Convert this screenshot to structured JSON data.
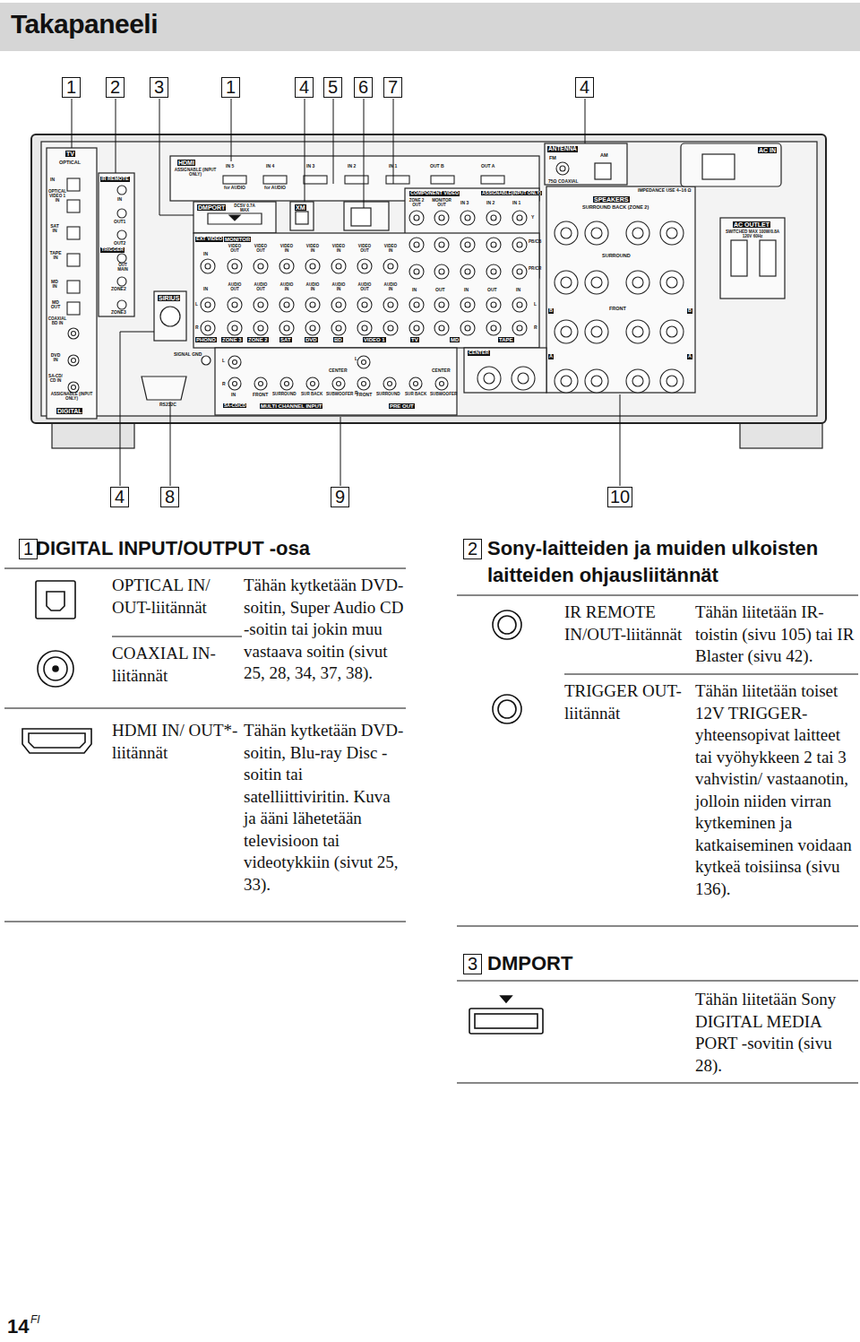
{
  "diagram": {
    "title": "Takapaneeli",
    "labels": [
      "1",
      "2",
      "3",
      "1",
      "4",
      "5",
      "6",
      "7",
      "4",
      "TV",
      "OPTICAL",
      "IN",
      "OPTICAL VIDEO 1 IN",
      "SAT IN",
      "TAPE IN",
      "MD IN",
      "MD OUT",
      "COAXIAL BD IN",
      "DVD IN",
      "SA-CD/ CD IN",
      "ASSIGNABLE (INPUT ONLY)",
      "DIGITAL",
      "IR REMOTE",
      "IN",
      "OUT1",
      "OUT2",
      "TRIGGER",
      "OUT MAIN",
      "ZONE2",
      "ZONE3",
      "HDMI",
      "ASSIGNABLE (INPUT ONLY)",
      "IN 5",
      "IN 4",
      "IN 3",
      "IN 2",
      "IN 1",
      "OUT B",
      "OUT A",
      "for AUDIO",
      "for AUDIO",
      "DMPORT",
      "DCSV 0.7A MAX",
      "XM",
      "COMPONENT VIDEO",
      "ASSIGNABLE(INPUT ONLY)",
      "ZONE 2 OUT",
      "MONITOR OUT",
      "IN 3",
      "IN 2",
      "IN 1",
      "Y",
      "PB/CB",
      "PR/CR",
      "EXT VIDEO",
      "MONITOR",
      "IN",
      "VIDEO OUT",
      "VIDEO OUT",
      "VIDEO IN",
      "VIDEO IN",
      "VIDEO IN",
      "VIDEO OUT",
      "VIDEO IN",
      "IN",
      "AUDIO OUT",
      "AUDIO OUT",
      "AUDIO IN",
      "AUDIO IN",
      "AUDIO IN",
      "AUDIO OUT",
      "AUDIO IN",
      "IN",
      "OUT",
      "IN",
      "OUT",
      "IN",
      "L",
      "R",
      "L",
      "R",
      "PHONO",
      "ZONE 3",
      "ZONE 2",
      "SAT",
      "DVD",
      "BD",
      "VIDEO 1",
      "TV",
      "MD",
      "TAPE",
      "SIRIUS",
      "SIGNAL GND",
      "RS232C",
      "L",
      "R",
      "CENTER",
      "CENTER",
      "L",
      "R",
      "IN",
      "FRONT",
      "SURROUND",
      "SUR BACK",
      "SUBWOOFER",
      "FRONT",
      "SURROUND",
      "SUR BACK",
      "SUBWOOFER",
      "SA-CD/CD",
      "MULTI CHANNEL INPUT",
      "PRE OUT",
      "ANTENNA",
      "FM",
      "AM",
      "75Ω COAXIAL",
      "IMPEDANCE USE 4–16 Ω",
      "SPEAKERS",
      "SURROUND BACK (ZONE 2)",
      "SURROUND",
      "FRONT",
      "CENTER",
      "A",
      "A",
      "B",
      "B",
      "AC IN",
      "AC OUTLET",
      "SWITCHED MAX 100W/0.8A 120V 60Hz",
      "4",
      "8",
      "9",
      "10",
      "1",
      "DIGITAL INPUT/OUTPUT -osa",
      "OPTICAL IN/ OUT-liitännät",
      "COAXIAL IN-liitännät",
      "Tähän kytketään DVD-soitin, Super Audio CD -soitin tai jokin muu vastaava soitin (sivut 25, 28, 34, 37, 38).",
      "HDMI IN/ OUT*-liitännät",
      "Tähän kytketään DVD-soitin, Blu-ray Disc -soitin tai satelliittiviritin. Kuva ja ääni lähetetään televisioon tai videotykkiin (sivut 25, 33).",
      "2",
      "Sony-laitteiden ja muiden ulkoisten laitteiden ohjausliitännät",
      "IR REMOTE IN/OUT-liitännät",
      "Tähän liitetään IR-toistin (sivu 105) tai IR Blaster (sivu 42).",
      "TRIGGER OUT-liitännät",
      "Tähän liitetään toiset 12V TRIGGER-yhteensopivat laitteet tai vyöhykkeen 2 tai 3 vahvistin/ vastaanotin, jolloin niiden virran kytkeminen ja katkaiseminen voidaan kytkeä toisiinsa (sivu 136).",
      "3",
      "DMPORT",
      "Tähän liitetään Sony DIGITAL MEDIA PORT -sovitin (sivu 28).",
      "14",
      "FI"
    ]
  }
}
